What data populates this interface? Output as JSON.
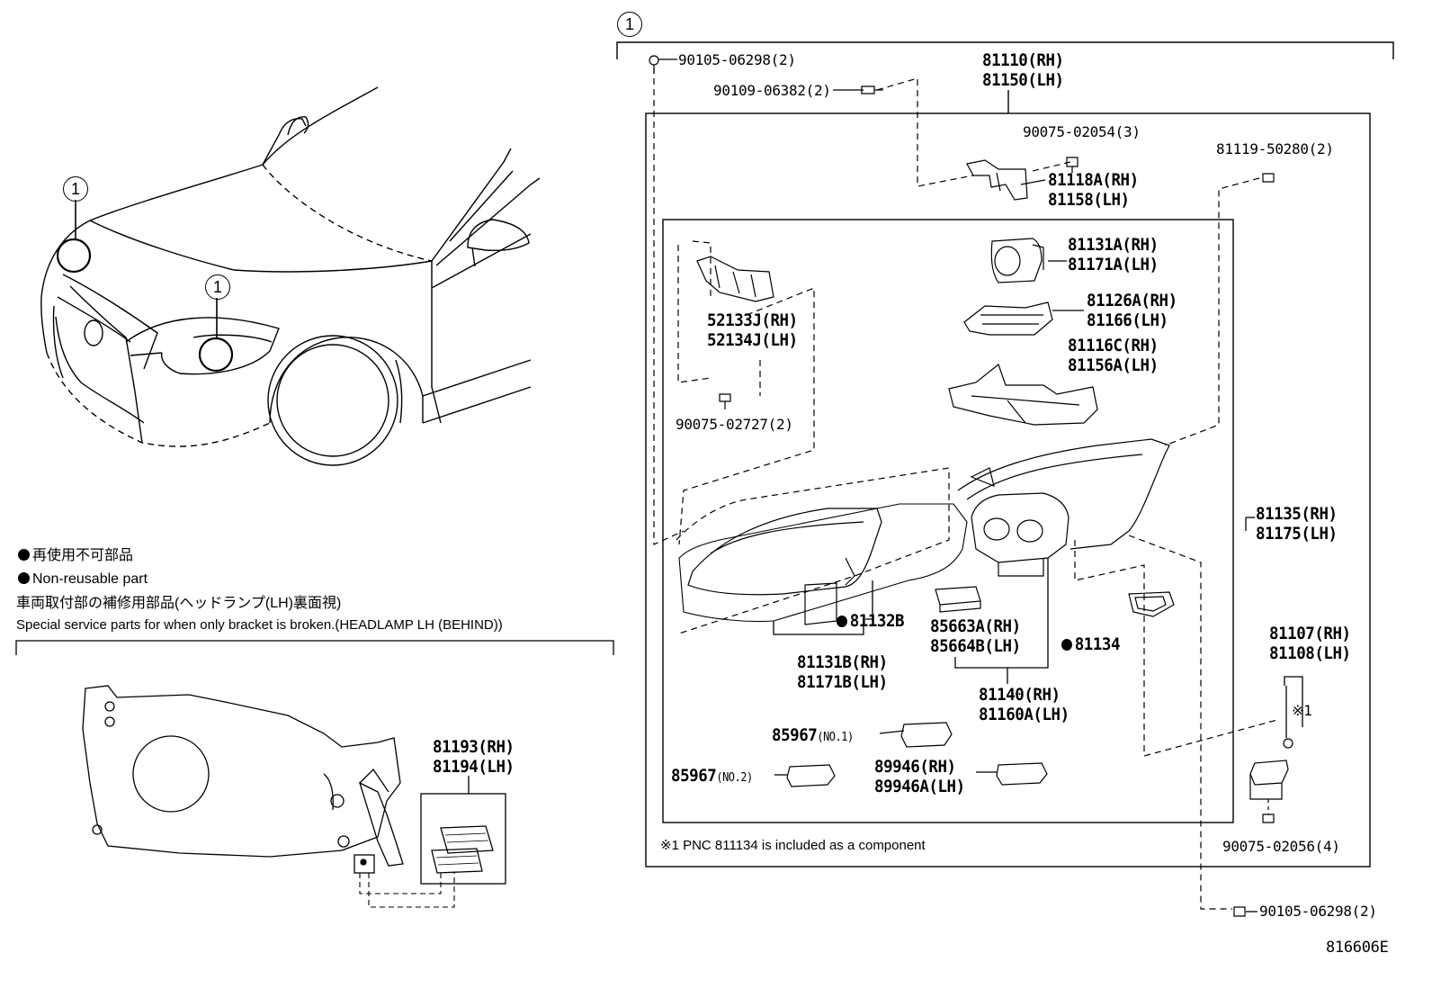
{
  "callout_marker": "1",
  "legend": {
    "non_reusable_jp": "再使用不可部品",
    "non_reusable_en": "Non-reusable part",
    "special_jp": "車両取付部の補修用部品(ヘッドランプ(LH)裏面視)",
    "special_en": "Special service parts for when only bracket is broken.(HEADLAMP LH (BEHIND))"
  },
  "parts": {
    "p90105_top": "90105-06298(2)",
    "p90109": "90109-06382(2)",
    "p81110": "81110(RH)",
    "p81150": "81150(LH)",
    "p90075_02054": "90075-02054(3)",
    "p81119": "81119-50280(2)",
    "p81118a": "81118A(RH)",
    "p81158": "81158(LH)",
    "p81131a": "81131A(RH)",
    "p81171a": "81171A(LH)",
    "p81126a": "81126A(RH)",
    "p81166": "81166(LH)",
    "p81116c": "81116C(RH)",
    "p81156a": "81156A(LH)",
    "p52133j": "52133J(RH)",
    "p52134j": "52134J(LH)",
    "p90075_02727": "90075-02727(2)",
    "p81135": "81135(RH)",
    "p81175": "81175(LH)",
    "p81132b": "81132B",
    "p85663a": "85663A(RH)",
    "p85664b": "85664B(LH)",
    "p81134": "81134",
    "p81131b": "81131B(RH)",
    "p81171b": "81171B(LH)",
    "p81140": "81140(RH)",
    "p81160a": "81160A(LH)",
    "p81107": "81107(RH)",
    "p81108": "81108(LH)",
    "note_x1": "※1",
    "p85967_1": "85967",
    "p85967_1_sub": "(NO.1)",
    "p85967_2": "85967",
    "p85967_2_sub": "(NO.2)",
    "p89946": "89946(RH)",
    "p89946a": "89946A(LH)",
    "p90075_02056": "90075-02056(4)",
    "p90105_bottom": "90105-06298(2)",
    "p81193": "81193(RH)",
    "p81194": "81194(LH)"
  },
  "footnote": "※1 PNC 811134 is included as a component",
  "figure_id": "816606E"
}
